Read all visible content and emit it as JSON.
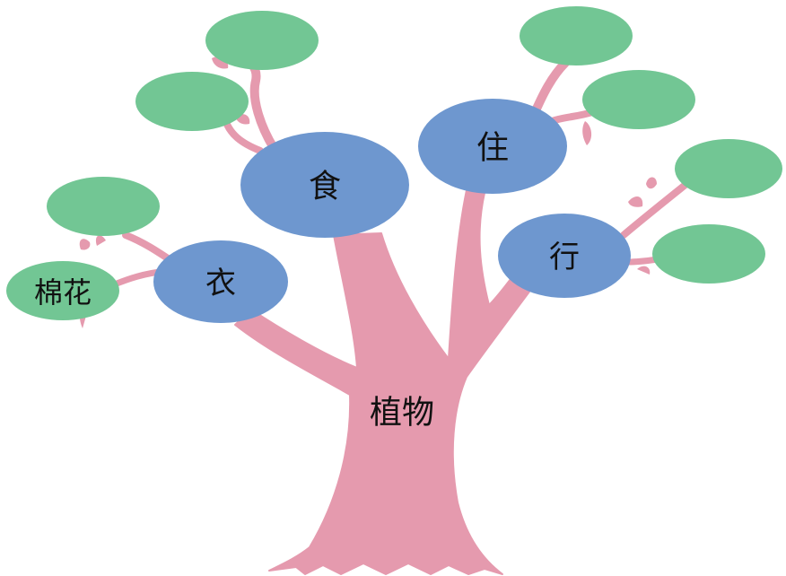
{
  "diagram": {
    "root": {
      "label": "植物"
    },
    "categories": [
      {
        "id": "clothing",
        "label": "衣",
        "leaves": [
          "棉花",
          ""
        ]
      },
      {
        "id": "food",
        "label": "食",
        "leaves": [
          "",
          ""
        ]
      },
      {
        "id": "shelter",
        "label": "住",
        "leaves": [
          "",
          ""
        ]
      },
      {
        "id": "transport",
        "label": "行",
        "leaves": [
          "",
          ""
        ]
      }
    ]
  },
  "colors": {
    "trunk": "#E59AAE",
    "category_node": "#6E97CF",
    "leaf_node": "#72C694",
    "text": "#111111",
    "background": "#FFFFFF"
  }
}
